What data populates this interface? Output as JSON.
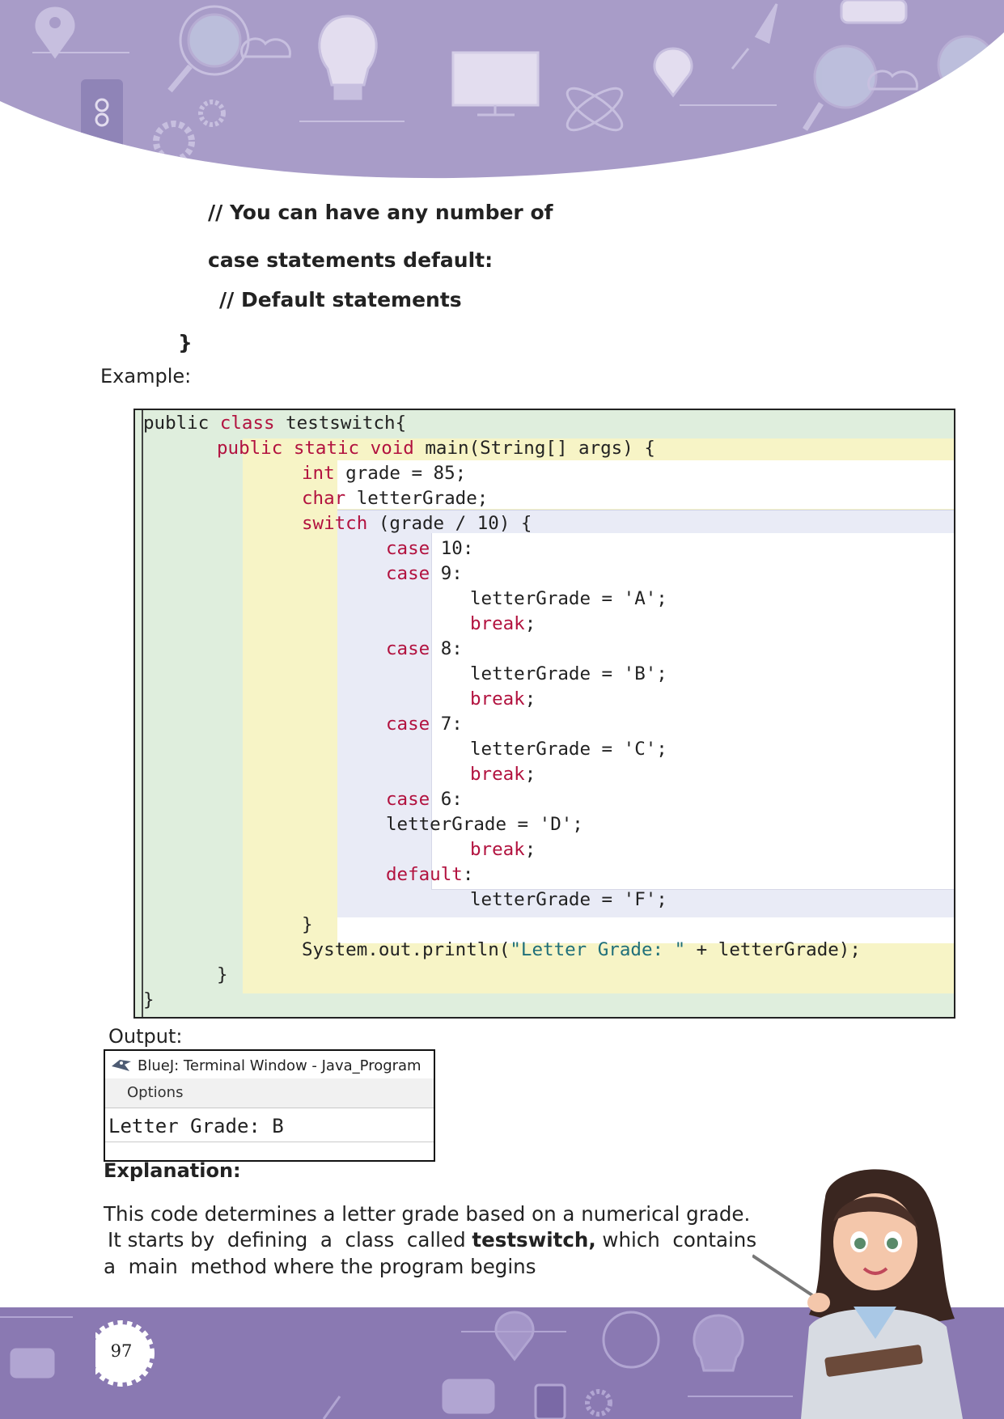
{
  "syntax_lines": [
    "// You can have any number of",
    "case statements default:",
    "// Default statements",
    "}"
  ],
  "labels": {
    "example": "Example:",
    "output": "Output:"
  },
  "code_lines": [
    [
      {
        "t": "public ",
        "k": "plain"
      },
      {
        "t": "class",
        "k": "kw"
      },
      {
        "t": " testswitch{",
        "k": "plain"
      }
    ],
    [
      {
        "t": "public static void",
        "k": "kw"
      },
      {
        "t": " main(String[] args) {",
        "k": "plain"
      }
    ],
    [
      {
        "t": "int",
        "k": "kw"
      },
      {
        "t": " grade = 85;",
        "k": "plain"
      }
    ],
    [
      {
        "t": "char",
        "k": "kw"
      },
      {
        "t": " letterGrade;",
        "k": "plain"
      }
    ],
    [
      {
        "t": "switch",
        "k": "kw"
      },
      {
        "t": " (grade / 10) {",
        "k": "plain"
      }
    ],
    [
      {
        "t": "case",
        "k": "kw"
      },
      {
        "t": " 10:",
        "k": "plain"
      }
    ],
    [
      {
        "t": "case",
        "k": "kw"
      },
      {
        "t": " 9:",
        "k": "plain"
      }
    ],
    [
      {
        "t": "letterGrade = 'A';",
        "k": "plain"
      }
    ],
    [
      {
        "t": "break",
        "k": "kw"
      },
      {
        "t": ";",
        "k": "plain"
      }
    ],
    [
      {
        "t": "case",
        "k": "kw"
      },
      {
        "t": " 8:",
        "k": "plain"
      }
    ],
    [
      {
        "t": "letterGrade = 'B';",
        "k": "plain"
      }
    ],
    [
      {
        "t": "break",
        "k": "kw"
      },
      {
        "t": ";",
        "k": "plain"
      }
    ],
    [
      {
        "t": "case",
        "k": "kw"
      },
      {
        "t": " 7:",
        "k": "plain"
      }
    ],
    [
      {
        "t": "letterGrade = 'C';",
        "k": "plain"
      }
    ],
    [
      {
        "t": "break",
        "k": "kw"
      },
      {
        "t": ";",
        "k": "plain"
      }
    ],
    [
      {
        "t": "case",
        "k": "kw"
      },
      {
        "t": " 6:",
        "k": "plain"
      }
    ],
    [
      {
        "t": "letterGrade = 'D';",
        "k": "plain"
      }
    ],
    [
      {
        "t": "break",
        "k": "kw"
      },
      {
        "t": ";",
        "k": "plain"
      }
    ],
    [
      {
        "t": "default",
        "k": "kw"
      },
      {
        "t": ":",
        "k": "plain"
      }
    ],
    [
      {
        "t": "letterGrade = 'F';",
        "k": "plain"
      }
    ],
    [
      {
        "t": "}",
        "k": "plain"
      }
    ],
    [
      {
        "t": "System.out.println(",
        "k": "plain"
      },
      {
        "t": "\"Letter Grade: \"",
        "k": "str"
      },
      {
        "t": " + letterGrade);",
        "k": "plain"
      }
    ],
    [
      {
        "t": "}",
        "k": "plain"
      }
    ],
    [
      {
        "t": "}",
        "k": "plain"
      }
    ]
  ],
  "terminal": {
    "title": "BlueJ: Terminal Window - Java_Program",
    "menu": "Options",
    "output": "Letter Grade: B",
    "icon": "bluej-bird-icon"
  },
  "explanation": {
    "title": "Explanation:",
    "line1": "This code determines a letter grade based on a numerical grade.",
    "line2_before": "It starts by  defining  a  class  called ",
    "line2_bold": "testswitch,",
    "line2_after": " which  contains",
    "line3": "a  main  method where the program begins"
  },
  "page_number": "97",
  "colors": {
    "header_purple": "#a89cc8",
    "footer_purple": "#8a79b2",
    "keyword": "#b2123f",
    "string": "#1f6f7a",
    "class_block": "#dfeedd",
    "method_block": "#f7f4c6",
    "switch_block": "#e9ebf6"
  },
  "icons": [
    "location-pin-icon",
    "magnifier-cloud-icon",
    "lightbulb-icon",
    "monitor-icon",
    "rocket-icon",
    "chat-bubble-icon",
    "gear-icon",
    "atom-icon",
    "phone-link-icon"
  ]
}
